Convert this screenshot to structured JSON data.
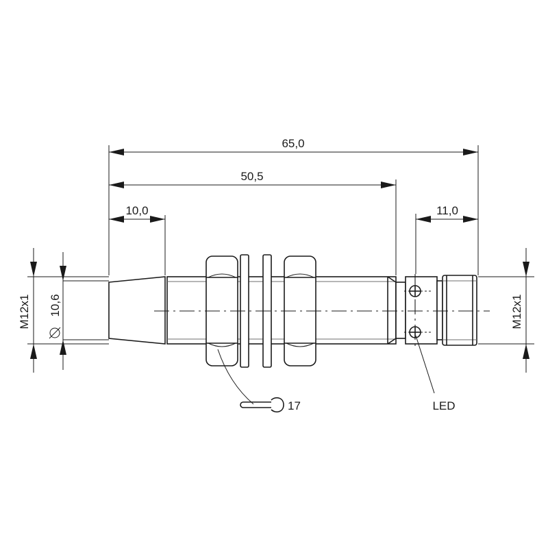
{
  "dimensions": {
    "overall_length": "65,0",
    "body_length": "50,5",
    "front_face_length": "10,0",
    "connector_length": "11,0",
    "left_thread": "M12x1",
    "face_diameter": "10,6",
    "right_thread": "M12x1"
  },
  "callouts": {
    "wrench_size": "17",
    "led_label": "LED"
  },
  "icons": {
    "diameter_symbol": "diameter-icon",
    "wrench_symbol": "wrench-icon"
  },
  "colors": {
    "line": "#1a1a1a",
    "background": "#ffffff"
  }
}
